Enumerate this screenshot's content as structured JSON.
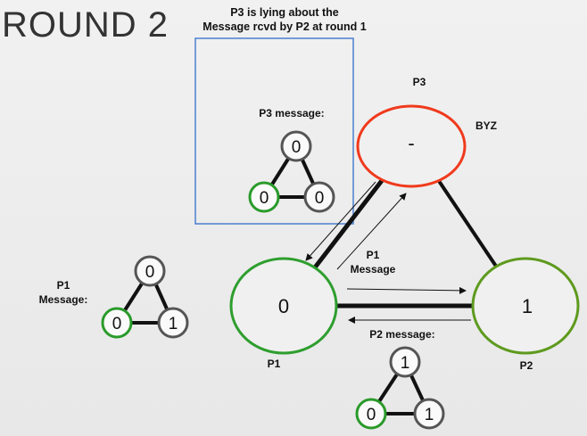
{
  "slide": {
    "title": "ROUND 2",
    "note_line1": "P3 is lying about the",
    "note_line2": "Message rcvd by P2 at round 1"
  },
  "nodes": {
    "p1": {
      "label": "P1",
      "value": "0",
      "color": "#2e9e2e"
    },
    "p2": {
      "label": "P2",
      "value": "1",
      "color": "#5e9a1e"
    },
    "p3": {
      "label": "P3",
      "value": "-",
      "color": "#f03a1c",
      "tag": "BYZ"
    }
  },
  "messages": {
    "p3_message": {
      "label": "P3 message:",
      "top": "0",
      "left": "0",
      "right": "0"
    },
    "p1_message": {
      "label_line1": "P1",
      "label_line2": "Message:",
      "top": "0",
      "left": "0",
      "right": "1"
    },
    "p2_message": {
      "label": "P2 message:",
      "top": "1",
      "left": "0",
      "right": "1"
    },
    "p1_arrow_label_line1": "P1",
    "p1_arrow_label_line2": "Message"
  },
  "colors": {
    "highlight_box": "#4a80d0",
    "mini_green": "#2a9a2a",
    "mini_gray": "#555555"
  }
}
